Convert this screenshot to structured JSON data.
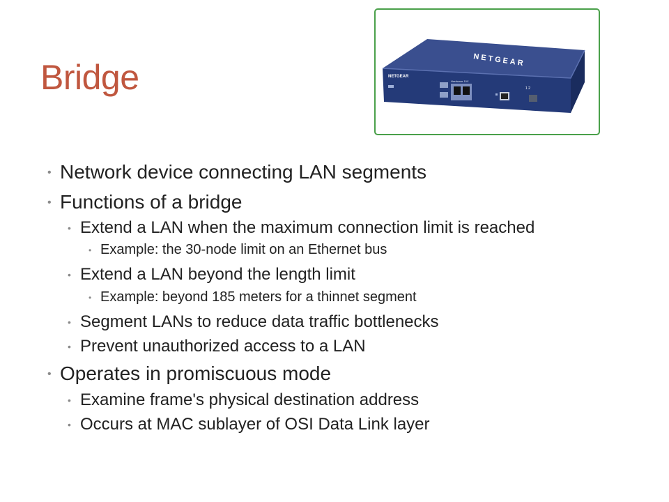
{
  "slide": {
    "title": "Bridge",
    "image": {
      "brand_text": "NETGEAR",
      "description_icon": "netgear-bridge-device"
    },
    "bullets": [
      {
        "level": 1,
        "text": "Network device connecting LAN segments"
      },
      {
        "level": 1,
        "text": "Functions of a bridge"
      },
      {
        "level": 2,
        "text": "Extend a LAN when the maximum connection limit is reached"
      },
      {
        "level": 3,
        "text": "Example: the 30-node limit on an Ethernet bus"
      },
      {
        "level": 2,
        "text": "Extend a LAN beyond the length limit"
      },
      {
        "level": 3,
        "text": "Example: beyond 185 meters for a thinnet segment"
      },
      {
        "level": 2,
        "text": " Segment LANs to reduce data traffic bottlenecks"
      },
      {
        "level": 2,
        "text": " Prevent unauthorized access to a LAN"
      },
      {
        "level": 1,
        "text": "Operates in promiscuous mode"
      },
      {
        "level": 2,
        "text": "Examine frame's physical destination address"
      },
      {
        "level": 2,
        "text": "Occurs at MAC sublayer of OSI Data Link layer"
      }
    ],
    "bullet_glyph": "•",
    "colors": {
      "title": "#c0573f",
      "frame_border": "#4aa04a",
      "device_body": "#2c3f7a"
    }
  }
}
